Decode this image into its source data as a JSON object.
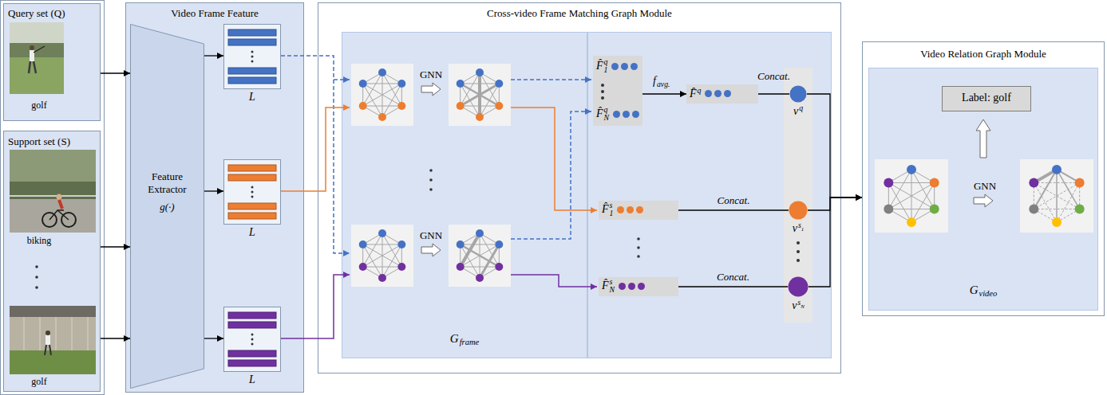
{
  "diagram": {
    "nodes": [
      {
        "text": [
          "Query set (Q)",
          "golf"
        ]
      },
      {
        "text": [
          "Support set (S)",
          "biking",
          "golf"
        ]
      },
      {
        "text": [
          "Video Frame Feature"
        ]
      },
      {
        "text": [
          "Feature Extractor",
          "g(·)"
        ],
        "in": 2
      },
      {
        "text": [
          "L"
        ],
        "in": 2
      },
      {
        "text": [
          "L"
        ],
        "in": 2
      },
      {
        "text": [
          "L"
        ],
        "in": 2
      },
      {
        "text": [
          "Cross-video Frame Matching Graph Module"
        ]
      },
      {
        "text": [
          "G",
          "frame"
        ],
        "in": 7
      },
      {
        "text": [
          "F̂",
          "1",
          "q",
          "F̂",
          "N",
          "q"
        ],
        "in": 7
      },
      {
        "text": [
          "F̂",
          "q"
        ],
        "in": 7
      },
      {
        "text": [
          "F̂",
          "1",
          "s"
        ],
        "in": 7
      },
      {
        "text": [
          "F̂",
          "N",
          "s"
        ],
        "in": 7
      },
      {
        "text": [
          "v",
          "q"
        ],
        "in": 7
      },
      {
        "text": [
          "v",
          "s",
          "1"
        ],
        "in": 7
      },
      {
        "text": [
          "v",
          "s",
          "N"
        ],
        "in": 7
      },
      {
        "text": [
          "Video Relation Graph Module"
        ]
      },
      {
        "text": [
          "G",
          "video"
        ],
        "in": 16
      },
      {
        "text": [
          "Label: golf"
        ],
        "in": 17
      }
    ],
    "edges": [
      {
        "from": 0,
        "to": 3,
        "arrow": "to"
      },
      {
        "from": 1,
        "to": 3,
        "arrow": "to"
      },
      {
        "from": 1,
        "to": 3,
        "arrow": "to"
      },
      {
        "from": 3,
        "to": 4,
        "arrow": "to"
      },
      {
        "from": 3,
        "to": 5,
        "arrow": "to"
      },
      {
        "from": 3,
        "to": 6,
        "arrow": "to"
      },
      {
        "from": 9,
        "to": 10,
        "arrow": "to"
      },
      {
        "from": 10,
        "to": 13,
        "label": "Concat.",
        "arrow": "none"
      },
      {
        "from": 11,
        "to": 14,
        "label": "Concat.",
        "arrow": "none"
      },
      {
        "from": 12,
        "to": 15,
        "label": "Concat.",
        "arrow": "none"
      },
      {
        "from": 13,
        "to": 16,
        "arrow": "to"
      },
      {
        "from": 14,
        "to": 16,
        "arrow": "to"
      },
      {
        "from": 15,
        "to": 16,
        "arrow": "to"
      }
    ],
    "labels": [
      "GNN",
      "GNN",
      "GNN",
      "f",
      "avg."
    ]
  }
}
